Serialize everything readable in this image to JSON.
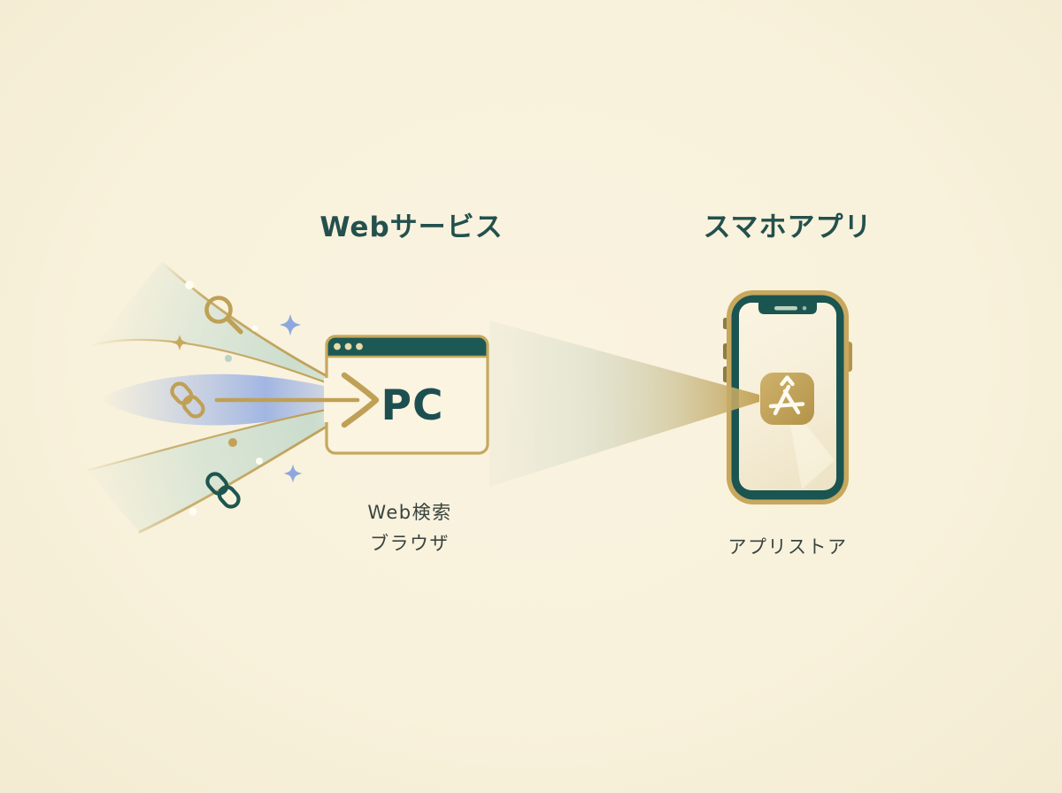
{
  "diagram": {
    "web": {
      "title": "Webサービス",
      "window_label": "PC",
      "caption_line1": "Web検索",
      "caption_line2": "ブラウザ"
    },
    "app": {
      "title": "スマホアプリ",
      "caption": "アプリストア"
    },
    "icons": {
      "search": "search-icon",
      "link_gold": "link-icon",
      "link_teal": "chain-link-icon",
      "sparkle": "sparkle-icon",
      "app_store": "app-store-icon",
      "browser": "browser-window-icon",
      "phone": "smartphone-icon",
      "arrow": "arrow-right-icon",
      "beam": "funnel-beam"
    },
    "colors": {
      "background": "#f8f1db",
      "gold": "#c0a157",
      "teal": "#1d5954",
      "title_text": "#24504d",
      "caption_text": "#39433e",
      "blue_sparkle": "#8ea8de",
      "stream_blue": "#96aee6",
      "stream_sage": "#cadfd0",
      "window_fill": "#faf4e0",
      "app_icon_gold": "#c3a355"
    }
  }
}
